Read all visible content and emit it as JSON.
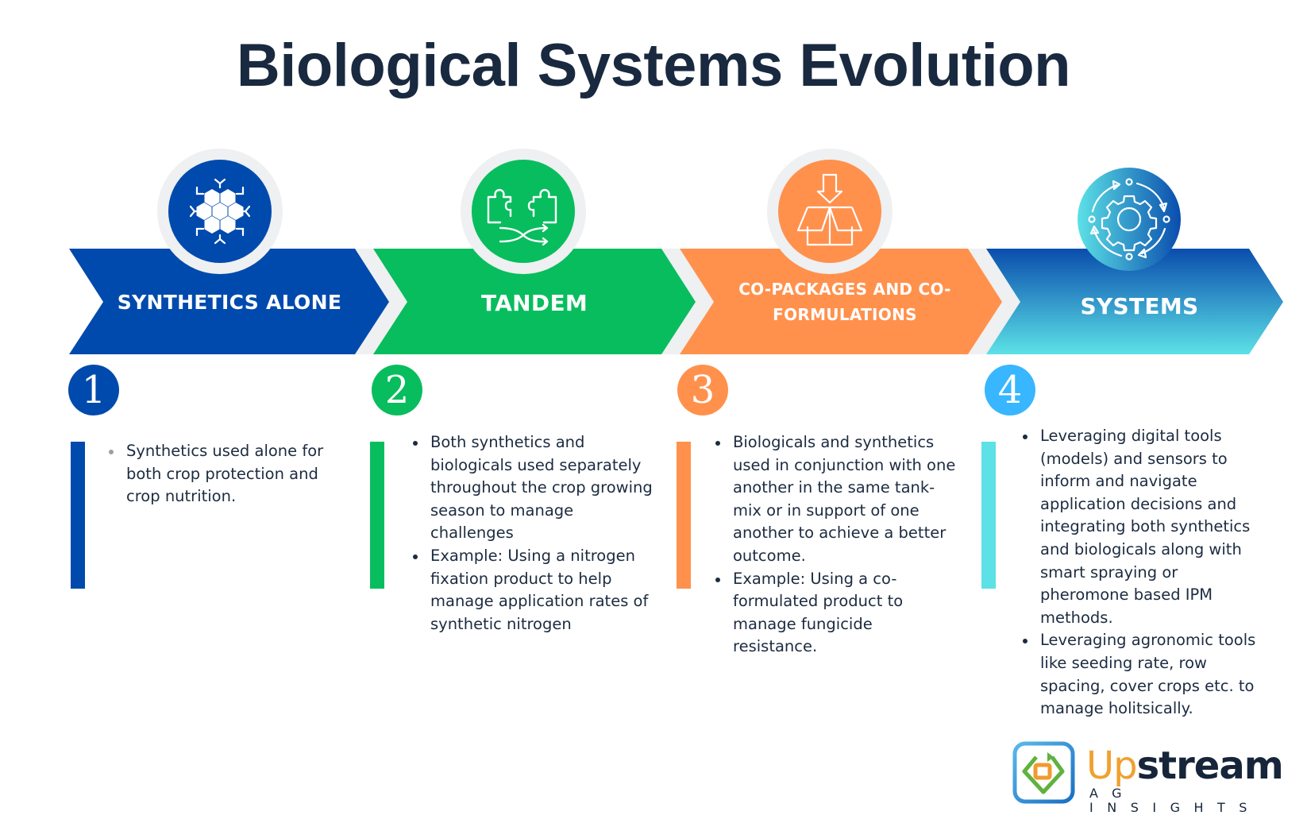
{
  "title": "Biological Systems Evolution",
  "colors": {
    "title": "#19293f",
    "separator": "#f0f1f2",
    "stage1": "#004aad",
    "stage2": "#08bd5d",
    "stage3": "#ff914d",
    "stage4_top": "#0a4dad",
    "stage4_bottom": "#5ce1e6",
    "badge4": "#38b6ff",
    "bar4": "#5ce1e6"
  },
  "stages": [
    {
      "number": "1",
      "label": "SYNTHETICS ALONE",
      "icon": "hexagon-cluster-icon",
      "bullets": [
        "Synthetics used alone for both crop protection and crop nutrition."
      ]
    },
    {
      "number": "2",
      "label": "TANDEM",
      "icon": "puzzle-pieces-icon",
      "bullets": [
        "Both synthetics and biologicals used separately throughout the crop growing season to manage challenges",
        "Example: Using a nitrogen fixation product to help manage application rates of synthetic nitrogen"
      ]
    },
    {
      "number": "3",
      "label_line1": "CO-PACKAGES AND CO-",
      "label_line2": "FORMULATIONS",
      "icon": "box-download-icon",
      "bullets": [
        "Biologicals and synthetics used in conjunction with one another in the same tank-mix or in support of one another to achieve a better outcome.",
        "Example: Using a co-formulated product to manage fungicide resistance."
      ]
    },
    {
      "number": "4",
      "label": "SYSTEMS",
      "icon": "gear-cycle-icon",
      "bullets": [
        "Leveraging digital tools (models) and sensors to inform and navigate application decisions and integrating both synthetics and biologicals along with smart spraying or pheromone based IPM methods.",
        "Leveraging agronomic tools like seeding rate, row spacing, cover crops etc. to manage holitsically."
      ]
    }
  ],
  "logo": {
    "word_part1": "Up",
    "word_part2": "stream",
    "subtitle": "AG INSIGHTS"
  }
}
